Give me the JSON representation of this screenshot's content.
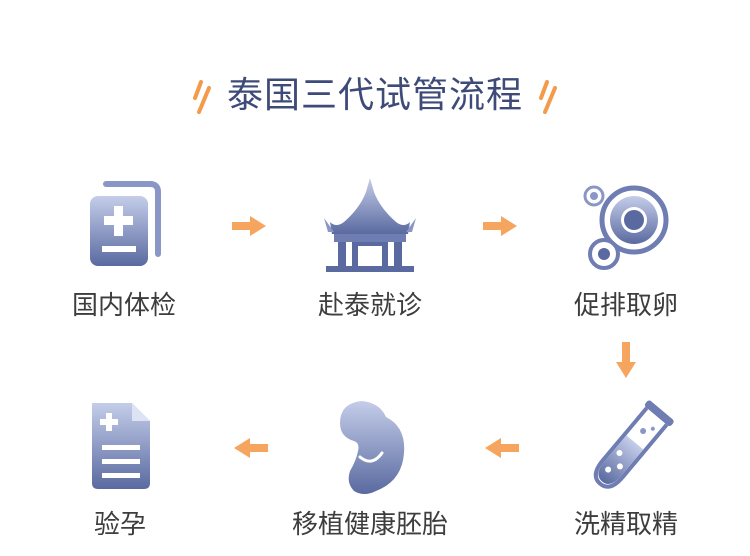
{
  "title": "泰国三代试管流程",
  "steps": [
    {
      "label": "国内体检",
      "icon": "medical-report-icon"
    },
    {
      "label": "赴泰就诊",
      "icon": "thai-temple-icon"
    },
    {
      "label": "促排取卵",
      "icon": "ovum-cell-icon"
    },
    {
      "label": "洗精取精",
      "icon": "test-tube-sperm-icon"
    },
    {
      "label": "移植健康胚胎",
      "icon": "uterus-icon"
    },
    {
      "label": "验孕",
      "icon": "pregnancy-test-document-icon"
    }
  ],
  "colors": {
    "title": "#3e4a78",
    "icon_dark": "#5a6aa0",
    "icon_light": "#b9c4e4",
    "arrow": "#f6a55f",
    "deco": "#f39a4b",
    "label": "#3d3d3d"
  }
}
